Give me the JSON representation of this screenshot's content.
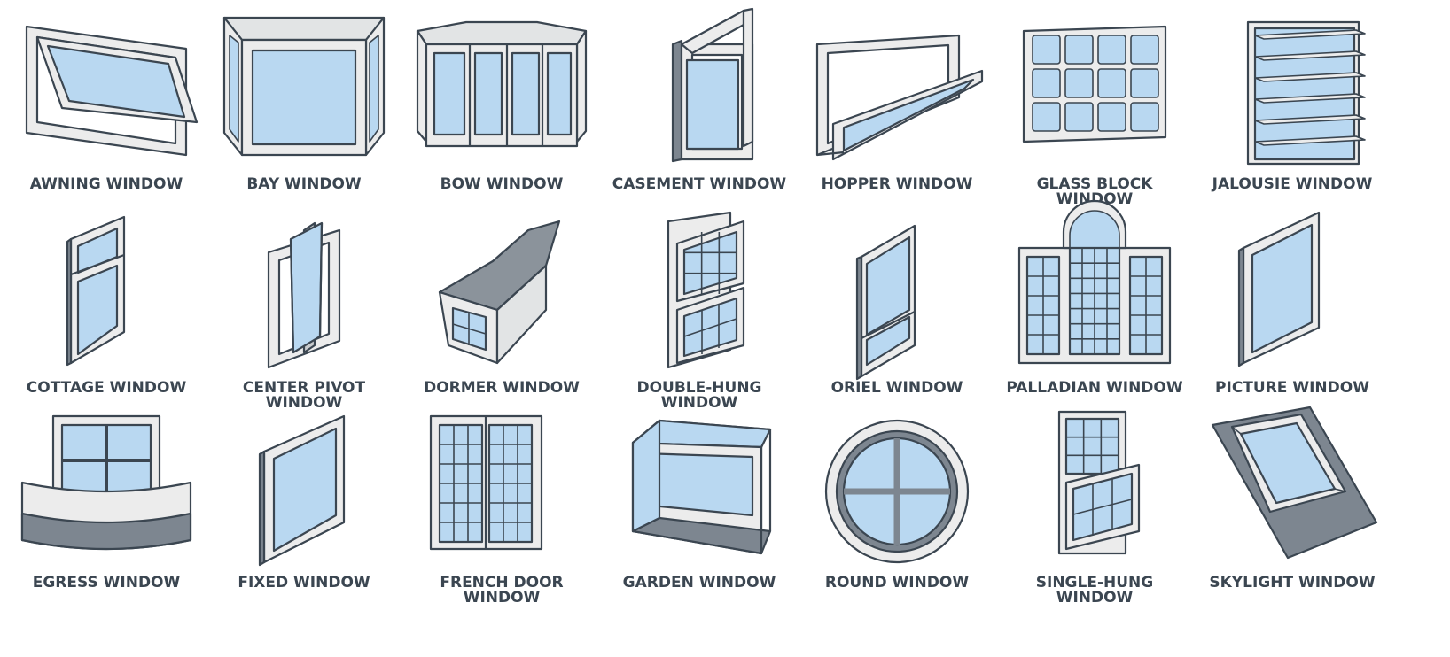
{
  "colors": {
    "glass": "#b9d8f1",
    "frame_light": "#ececec",
    "frame_shade": "#c9ccce",
    "frame_dark": "#7d8690",
    "outline": "#3b4651",
    "roof": "#8b939b",
    "label": "#3b4651"
  },
  "windows": [
    {
      "label": "AWNING WINDOW",
      "icon": "awning-window-icon"
    },
    {
      "label": "BAY WINDOW",
      "icon": "bay-window-icon"
    },
    {
      "label": "BOW WINDOW",
      "icon": "bow-window-icon"
    },
    {
      "label": "CASEMENT WINDOW",
      "icon": "casement-window-icon"
    },
    {
      "label": "HOPPER WINDOW",
      "icon": "hopper-window-icon"
    },
    {
      "label": "GLASS BLOCK\nWINDOW",
      "icon": "glass-block-window-icon"
    },
    {
      "label": "JALOUSIE WINDOW",
      "icon": "jalousie-window-icon"
    },
    {
      "label": "COTTAGE WINDOW",
      "icon": "cottage-window-icon"
    },
    {
      "label": "CENTER PIVOT\nWINDOW",
      "icon": "center-pivot-window-icon"
    },
    {
      "label": "DORMER WINDOW",
      "icon": "dormer-window-icon"
    },
    {
      "label": "DOUBLE-HUNG\nWINDOW",
      "icon": "double-hung-window-icon"
    },
    {
      "label": "ORIEL WINDOW",
      "icon": "oriel-window-icon"
    },
    {
      "label": "PALLADIAN WINDOW",
      "icon": "palladian-window-icon"
    },
    {
      "label": "PICTURE WINDOW",
      "icon": "picture-window-icon"
    },
    {
      "label": "EGRESS WINDOW",
      "icon": "egress-window-icon"
    },
    {
      "label": "FIXED WINDOW",
      "icon": "fixed-window-icon"
    },
    {
      "label": "FRENCH DOOR\nWINDOW",
      "icon": "french-door-window-icon"
    },
    {
      "label": "GARDEN WINDOW",
      "icon": "garden-window-icon"
    },
    {
      "label": "ROUND WINDOW",
      "icon": "round-window-icon"
    },
    {
      "label": "SINGLE-HUNG\nWINDOW",
      "icon": "single-hung-window-icon"
    },
    {
      "label": "SKYLIGHT WINDOW",
      "icon": "skylight-window-icon"
    }
  ]
}
